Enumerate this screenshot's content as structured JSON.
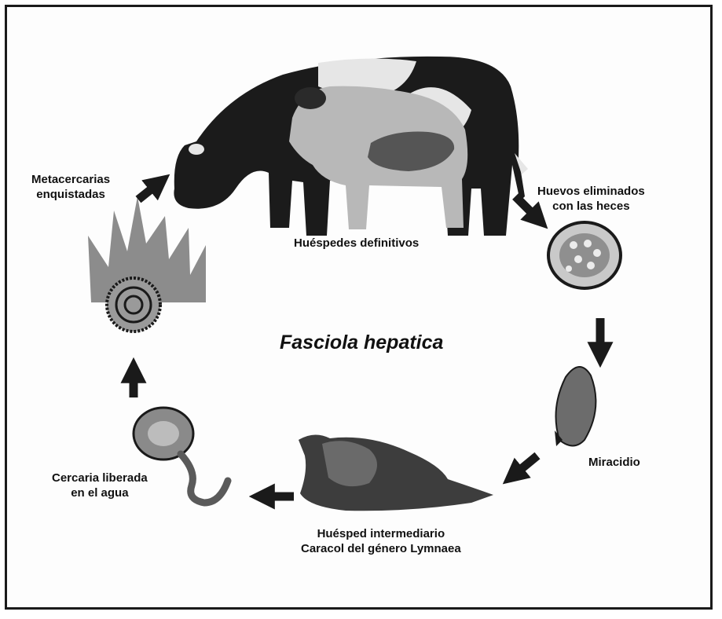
{
  "title": "Fasciola hepatica",
  "labels": {
    "definitive_hosts": "Huéspedes definitivos",
    "eggs_line1": "Huevos eliminados",
    "eggs_line2": "con las heces",
    "miracidium": "Miracidio",
    "intermediate_line1": "Huésped intermediario",
    "intermediate_line2": "Caracol del género Lymnaea",
    "cercaria_line1": "Cercaria liberada",
    "cercaria_line2": "en el agua",
    "metacercaria_line1": "Metacercarias",
    "metacercaria_line2": "enquistadas"
  },
  "icons": [
    "cow-icon",
    "sheep-icon",
    "liver-icon",
    "egg-icon",
    "miracidium-icon",
    "snail-icon",
    "cercaria-icon",
    "grass-icon",
    "metacercaria-cyst-icon",
    "arrow-icon"
  ]
}
